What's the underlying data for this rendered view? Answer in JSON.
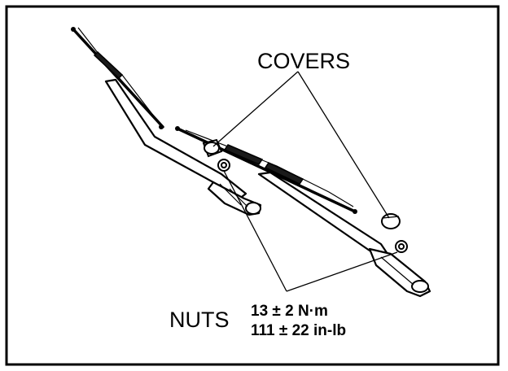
{
  "labels": {
    "covers": "COVERS",
    "nuts": "NUTS",
    "torque_nm": "13 ± 2 N·m",
    "torque_inlb": "111 ± 22 in-lb"
  }
}
